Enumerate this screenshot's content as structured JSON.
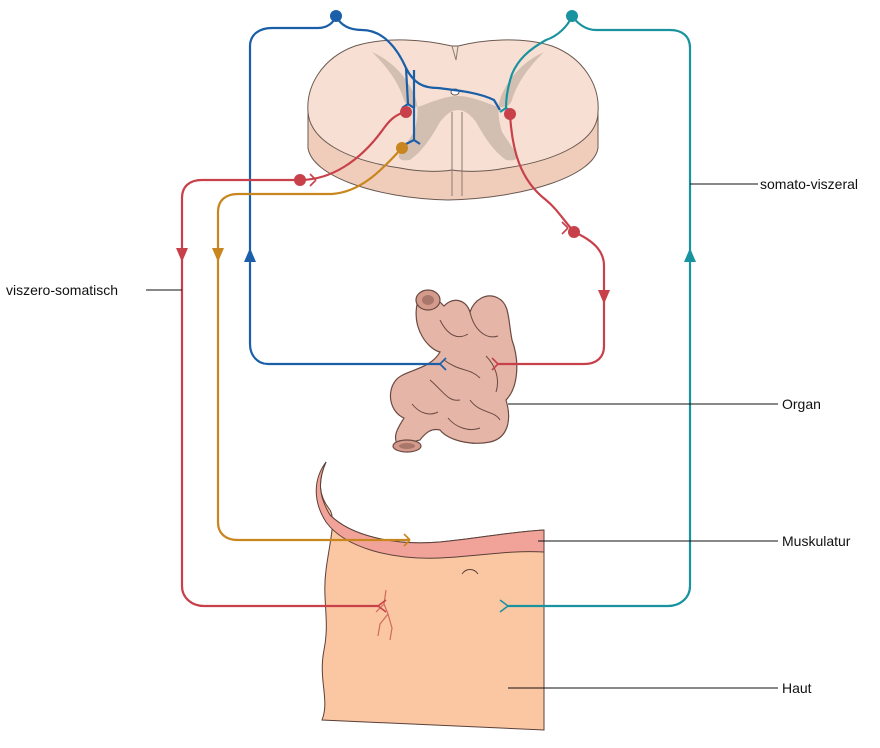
{
  "labels": {
    "somato_viszeral": "somato-viszeral",
    "viszero_somatisch": "viszero-somatisch",
    "organ": "Organ",
    "muskulatur": "Muskulatur",
    "haut": "Haut"
  },
  "colors": {
    "blue_pathway": "#1a5fa8",
    "teal_pathway": "#1a93a0",
    "red_pathway": "#c8414a",
    "orange_pathway": "#c9861f",
    "spinal_cord": "#f6dccd",
    "gray_matter": "#d1bdb0",
    "intestine": "#e3b3a5",
    "skin": "#fbc7a2",
    "muscle": "#f1a39a",
    "leader_line": "#111111"
  }
}
